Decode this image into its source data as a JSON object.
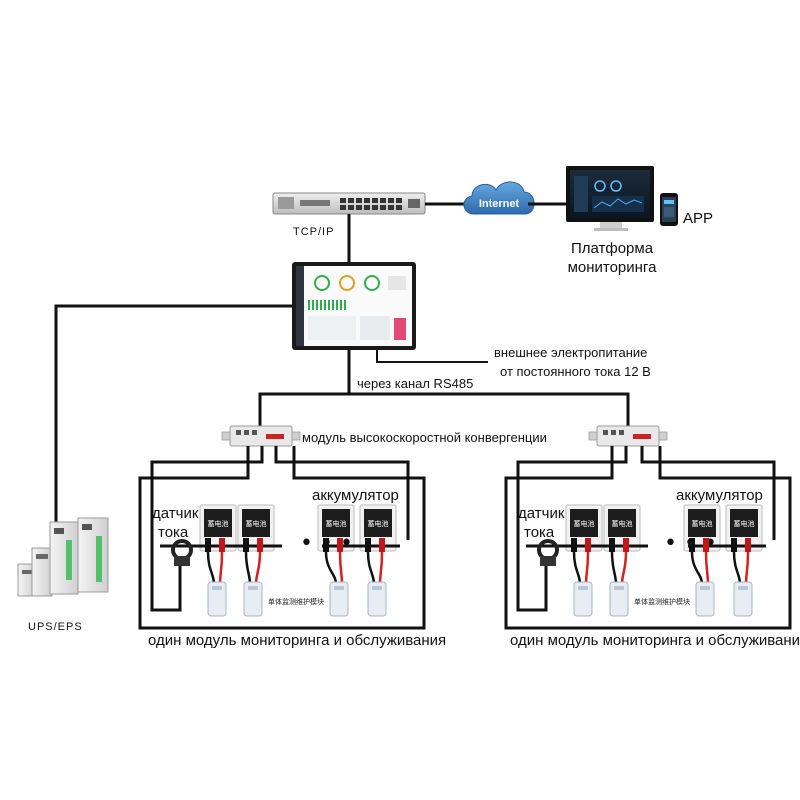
{
  "labels": {
    "tcp_ip": "TCP/IP",
    "internet": "Internet",
    "app": "APP",
    "platform_line1": "Платформа",
    "platform_line2": "мониторинга",
    "power_line1": "внешнее электропитание",
    "power_line2": "от постоянного тока 12 В",
    "rs485": "через канал RS485",
    "convergence_module": "модуль высокоскоростной конвергенции",
    "ups_eps": "UPS/EPS"
  },
  "groups": [
    {
      "battery_label": "аккумулятор",
      "sensor_label_line1": "датчик",
      "sensor_label_line2": "тока",
      "monitor_label": "один модуль мониторинга и обслуживания",
      "cell_text": "蓄电池",
      "module_text": "单体监测维护模块"
    },
    {
      "battery_label": "аккумулятор",
      "sensor_label_line1": "датчик",
      "sensor_label_line2": "тока",
      "monitor_label": "один модуль мониторинга и обслуживания",
      "cell_text": "蓄电池",
      "module_text": "单体监测维护模块"
    }
  ],
  "colors": {
    "wire": "#111111",
    "positive_lead": "#d32020",
    "cloud": "#3a7fc4",
    "switch_body": "#d9d9d9",
    "screen_accent": "#2fae4f"
  },
  "icons": [
    "network-switch-icon",
    "internet-cloud-icon",
    "monitor-icon",
    "smartphone-icon",
    "touch-panel-icon",
    "convergence-module-icon",
    "battery-cell-icon",
    "current-sensor-icon",
    "monitoring-module-icon",
    "ups-cabinet-icon"
  ]
}
